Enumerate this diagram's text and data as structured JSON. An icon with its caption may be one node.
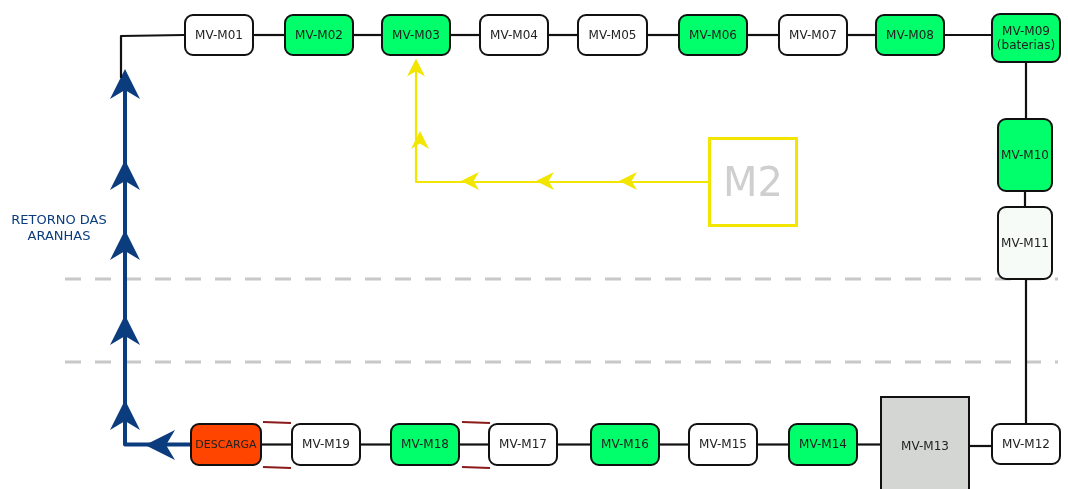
{
  "diagram": {
    "nodes": [
      {
        "text": [
          "MV-M01"
        ]
      },
      {
        "text": [
          "MV-M02"
        ]
      },
      {
        "text": [
          "MV-M03"
        ]
      },
      {
        "text": [
          "MV-M04"
        ]
      },
      {
        "text": [
          "MV-M05"
        ]
      },
      {
        "text": [
          "MV-M06"
        ]
      },
      {
        "text": [
          "MV-M07"
        ]
      },
      {
        "text": [
          "MV-M08"
        ]
      },
      {
        "text": [
          "MV-M09 (baterias)"
        ]
      },
      {
        "text": [
          "MV-M10"
        ]
      },
      {
        "text": [
          "MV-M11"
        ]
      },
      {
        "text": [
          "MV-M12"
        ]
      },
      {
        "text": [
          "MV-M13"
        ]
      },
      {
        "text": [
          "MV-M14"
        ]
      },
      {
        "text": [
          "MV-M15"
        ]
      },
      {
        "text": [
          "MV-M16"
        ]
      },
      {
        "text": [
          "MV-M17"
        ]
      },
      {
        "text": [
          "MV-M18"
        ]
      },
      {
        "text": [
          "MV-M19"
        ]
      },
      {
        "text": [
          "DESCARGA"
        ]
      },
      {
        "text": [
          "M2"
        ]
      }
    ],
    "edges": [
      {
        "from": 0,
        "to": 1,
        "arrow": "none"
      },
      {
        "from": 1,
        "to": 2,
        "arrow": "none"
      },
      {
        "from": 2,
        "to": 3,
        "arrow": "none"
      },
      {
        "from": 3,
        "to": 4,
        "arrow": "none"
      },
      {
        "from": 4,
        "to": 5,
        "arrow": "none"
      },
      {
        "from": 5,
        "to": 6,
        "arrow": "none"
      },
      {
        "from": 6,
        "to": 7,
        "arrow": "none"
      },
      {
        "from": 7,
        "to": 8,
        "arrow": "none"
      },
      {
        "from": 8,
        "to": 9,
        "arrow": "none"
      },
      {
        "from": 9,
        "to": 10,
        "arrow": "none"
      },
      {
        "from": 10,
        "to": 11,
        "arrow": "none"
      },
      {
        "from": 11,
        "to": 12,
        "arrow": "none"
      },
      {
        "from": 12,
        "to": 13,
        "arrow": "none"
      },
      {
        "from": 13,
        "to": 14,
        "arrow": "none"
      },
      {
        "from": 14,
        "to": 15,
        "arrow": "none"
      },
      {
        "from": 15,
        "to": 16,
        "arrow": "none"
      },
      {
        "from": 16,
        "to": 17,
        "arrow": "none"
      },
      {
        "from": 17,
        "to": 18,
        "arrow": "none"
      },
      {
        "from": 18,
        "to": 19,
        "arrow": "none"
      },
      {
        "from": 19,
        "to": null,
        "arrow": "to",
        "label": "RETORNO DAS ARANHAS",
        "style": "thick",
        "color": "#0b3d7e"
      },
      {
        "from": null,
        "to": 0,
        "arrow": "none"
      },
      {
        "from": 20,
        "to": 2,
        "arrow": "to",
        "color": "#f2e600"
      }
    ]
  }
}
